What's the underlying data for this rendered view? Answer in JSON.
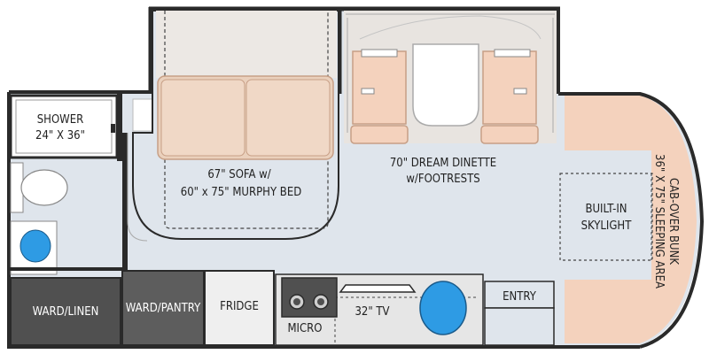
{
  "floorplan": {
    "colors": {
      "floor": "#dfe5ec",
      "wall": "#2a2a2a",
      "upholstery": "#f4d2bd",
      "sofa_cushion": "#ead0bc",
      "cabinet_dark": "#505050",
      "cabinet_mid": "#5d5d5d",
      "fridge": "#efefef",
      "sink": "#2e9be4",
      "counter": "#e6e6e6"
    },
    "rooms": {
      "shower": {
        "line1": "SHOWER",
        "line2": "24\" X 36\""
      },
      "sofa": {
        "line1": "67\" SOFA w/",
        "line2": "60\" x 75\" MURPHY BED"
      },
      "dinette": {
        "line1": "70\" DREAM DINETTE",
        "line2": "w/FOOTRESTS"
      },
      "skylight": {
        "line1": "BUILT-IN",
        "line2": "SKYLIGHT"
      },
      "cabover": {
        "line1": "CAB-OVER BUNK",
        "line2": "36\" X 75\" SLEEPING AREA"
      },
      "ward_linen": "WARD/LINEN",
      "ward_pantry": "WARD/PANTRY",
      "fridge": "FRIDGE",
      "micro": "MICRO",
      "tv": "32\" TV",
      "entry": "ENTRY"
    }
  }
}
